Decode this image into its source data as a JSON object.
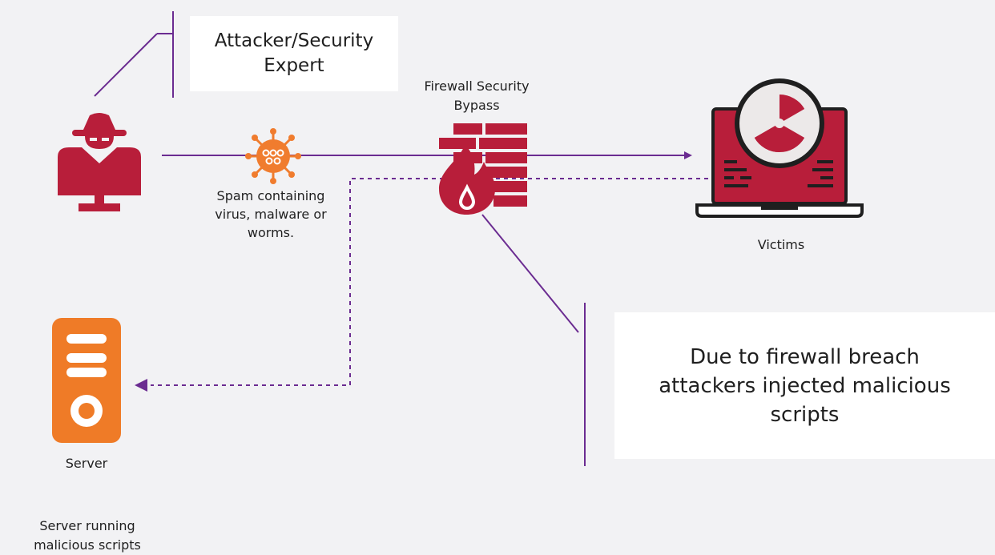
{
  "colors": {
    "background": "#f2f2f4",
    "line": "#6b2c91",
    "threat": "#b81e3a",
    "virus": "#f07c2e",
    "server": "#ef7b27",
    "box": "#ffffff"
  },
  "labels": {
    "attacker": "Attacker/Security\nExpert",
    "firewall": "Firewall Security\nBypass",
    "spam": "Spam containing\nvirus, malware or\nworms.",
    "victims": "Victims",
    "server": "Server",
    "server_running": "Server running\nmalicious scripts",
    "breach": "Due to firewall breach\nattackers injected malicious\nscripts"
  },
  "icons": {
    "attacker": "hacker-icon",
    "virus": "virus-icon",
    "firewall": "firewall-icon",
    "victim": "laptop-radiation-icon",
    "server": "server-icon"
  }
}
